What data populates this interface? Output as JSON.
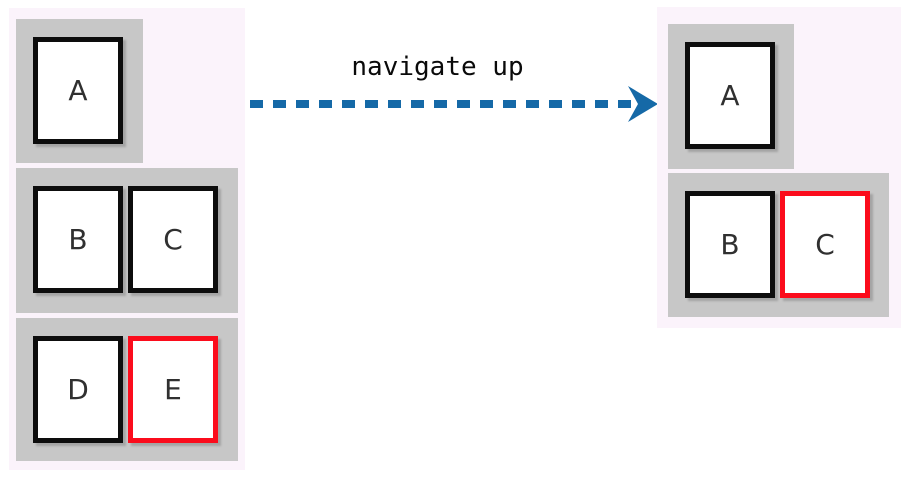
{
  "arrow": {
    "label": "navigate up"
  },
  "colors": {
    "page-bg": "#ffffff",
    "panel-bg": "#fbf3fb",
    "container-bg": "#c7c7c7",
    "box-bg": "#ffffff",
    "box-border": "#0d0d0d",
    "selected-border": "#fb0c1c",
    "arrow-blue": "#1569a7",
    "letter-color": "#303030",
    "label-color": "#0a0a0a"
  },
  "before": {
    "rows": [
      {
        "boxes": [
          {
            "label": "A",
            "selected": false
          }
        ]
      },
      {
        "boxes": [
          {
            "label": "B",
            "selected": false
          },
          {
            "label": "C",
            "selected": false
          }
        ]
      },
      {
        "boxes": [
          {
            "label": "D",
            "selected": false
          },
          {
            "label": "E",
            "selected": true
          }
        ]
      }
    ]
  },
  "after": {
    "rows": [
      {
        "boxes": [
          {
            "label": "A",
            "selected": false
          }
        ]
      },
      {
        "boxes": [
          {
            "label": "B",
            "selected": false
          },
          {
            "label": "C",
            "selected": true
          }
        ]
      }
    ]
  }
}
